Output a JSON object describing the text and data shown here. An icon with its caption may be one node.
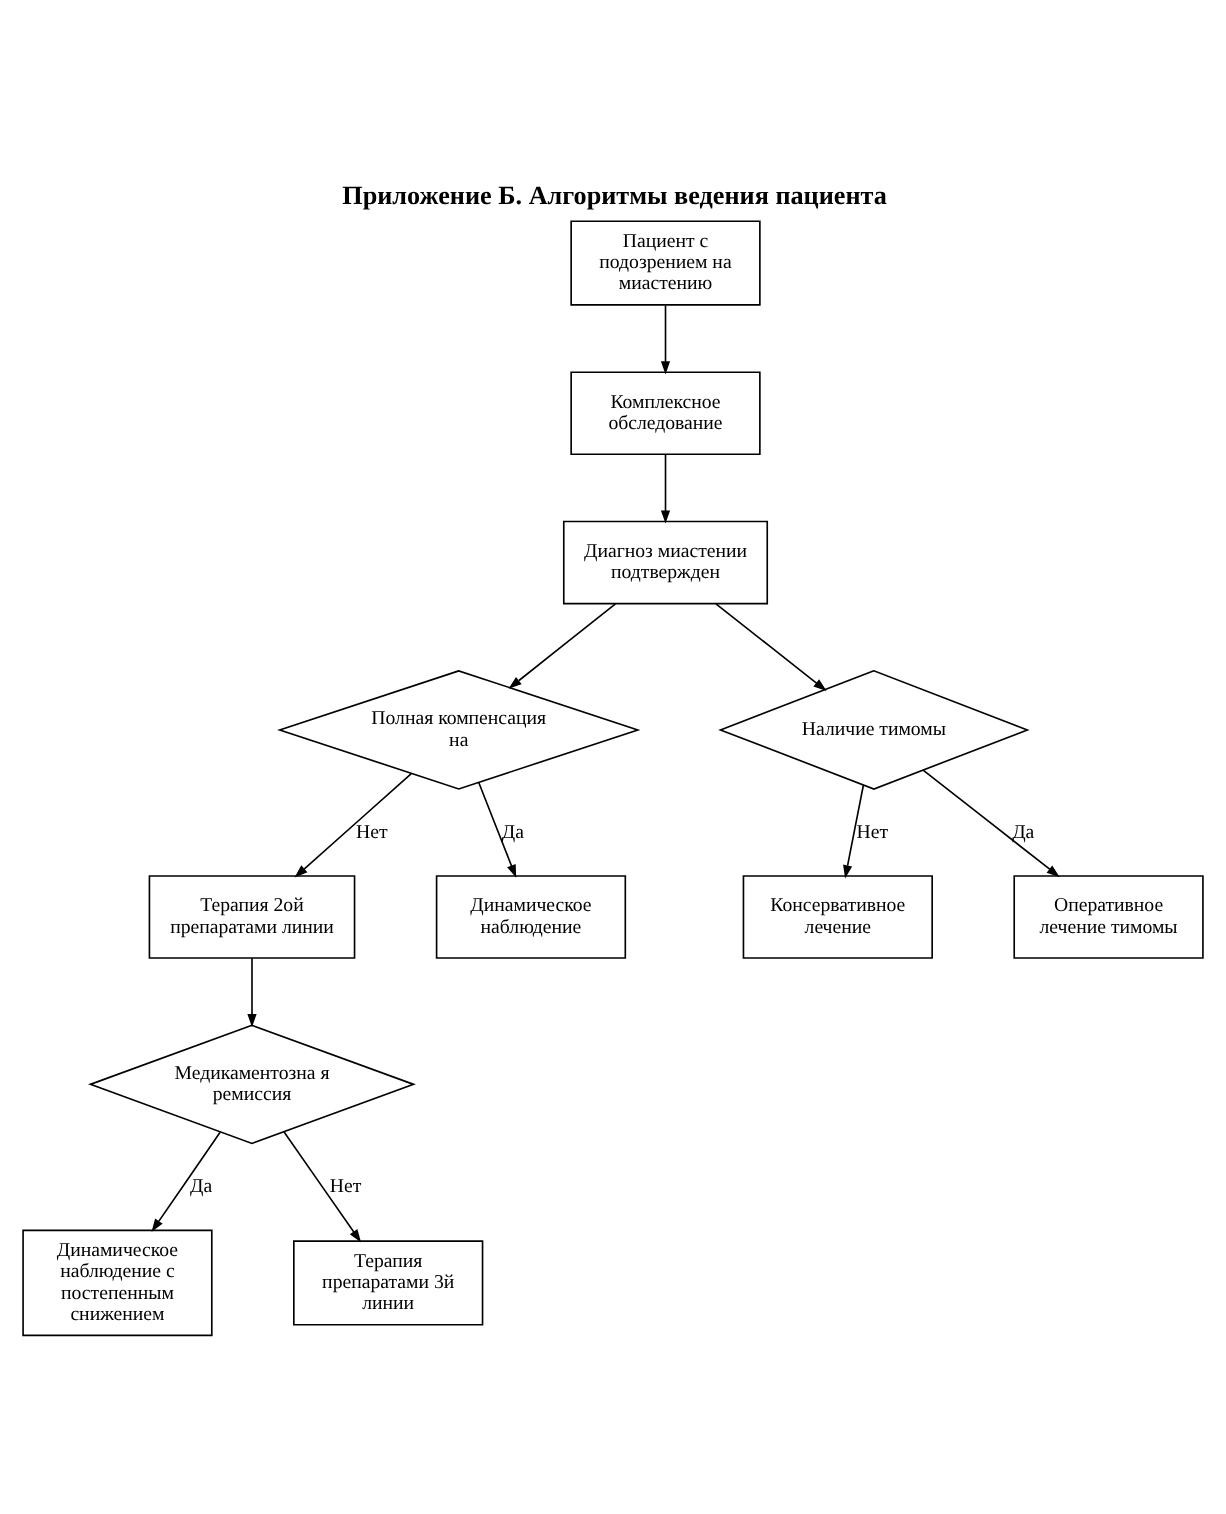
{
  "diagram": {
    "title": "Приложение Б. Алгоритмы ведения пациента",
    "nodes": [
      {
        "text": [
          "Пациент с подозрением на миастению"
        ]
      },
      {
        "text": [
          "Комплексное обследование"
        ]
      },
      {
        "text": [
          "Диагноз миастении подтвержден"
        ]
      },
      {
        "text": [
          "Полная компенсация на"
        ]
      },
      {
        "text": [
          "Наличие тимомы"
        ]
      },
      {
        "text": [
          "Терапия 2ой препаратами линии"
        ]
      },
      {
        "text": [
          "Динамическое наблюдение"
        ]
      },
      {
        "text": [
          "Консервативное лечение"
        ]
      },
      {
        "text": [
          "Оперативное лечение тимомы"
        ]
      },
      {
        "text": [
          "Медикаментозна я ремиссия"
        ]
      },
      {
        "text": [
          "Динамическое наблюдение с постепенным снижением"
        ]
      },
      {
        "text": [
          "Терапия препаратами 3й линии"
        ]
      }
    ],
    "edges": [
      {
        "from": 0,
        "to": 1,
        "arrow": "to"
      },
      {
        "from": 1,
        "to": 2,
        "arrow": "to"
      },
      {
        "from": 2,
        "to": 3,
        "arrow": "to"
      },
      {
        "from": 2,
        "to": 4,
        "arrow": "to"
      },
      {
        "from": 3,
        "to": 5,
        "arrow": "to",
        "label": "Нет"
      },
      {
        "from": 3,
        "to": 6,
        "arrow": "to",
        "label": "Да"
      },
      {
        "from": 4,
        "to": 7,
        "arrow": "to",
        "label": "Нет"
      },
      {
        "from": 4,
        "to": 8,
        "arrow": "to",
        "label": "Да"
      },
      {
        "from": 5,
        "to": 9,
        "arrow": "to"
      },
      {
        "from": 9,
        "to": 10,
        "arrow": "to",
        "label": "Да"
      },
      {
        "from": 9,
        "to": 11,
        "arrow": "to",
        "label": "Нет"
      }
    ]
  }
}
